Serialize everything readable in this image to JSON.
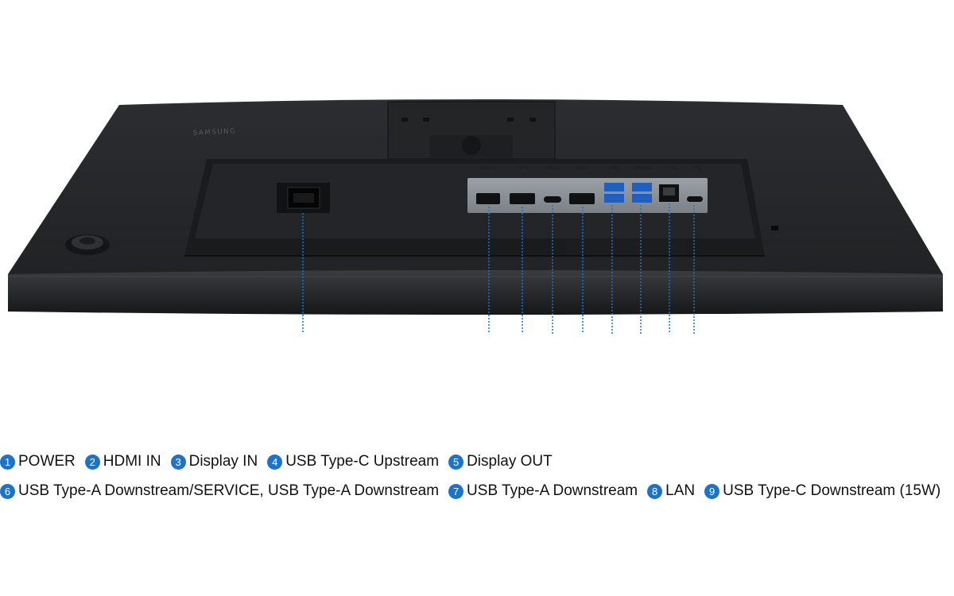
{
  "brand": "SAMSUNG",
  "accent_color": "#1f73c4",
  "port_silkscreen": [
    "HDMI IN",
    "DP IN",
    "USB-C",
    "DP OUT",
    "USB",
    "SERVICE",
    "LAN",
    "15W"
  ],
  "callouts": [
    "1",
    "2",
    "3",
    "4",
    "5",
    "6",
    "7",
    "8",
    "9"
  ],
  "legend": [
    {
      "num": "1",
      "label": "POWER"
    },
    {
      "num": "2",
      "label": "HDMI IN"
    },
    {
      "num": "3",
      "label": "Display IN"
    },
    {
      "num": "4",
      "label": "USB Type-C Upstream"
    },
    {
      "num": "5",
      "label": "Display OUT"
    },
    {
      "num": "6",
      "label": "USB Type-A Downstream/SERVICE, USB Type-A Downstream"
    },
    {
      "num": "7",
      "label": "USB Type-A Downstream"
    },
    {
      "num": "8",
      "label": "LAN"
    },
    {
      "num": "9",
      "label": "USB Type-C Downstream (15W)"
    }
  ]
}
